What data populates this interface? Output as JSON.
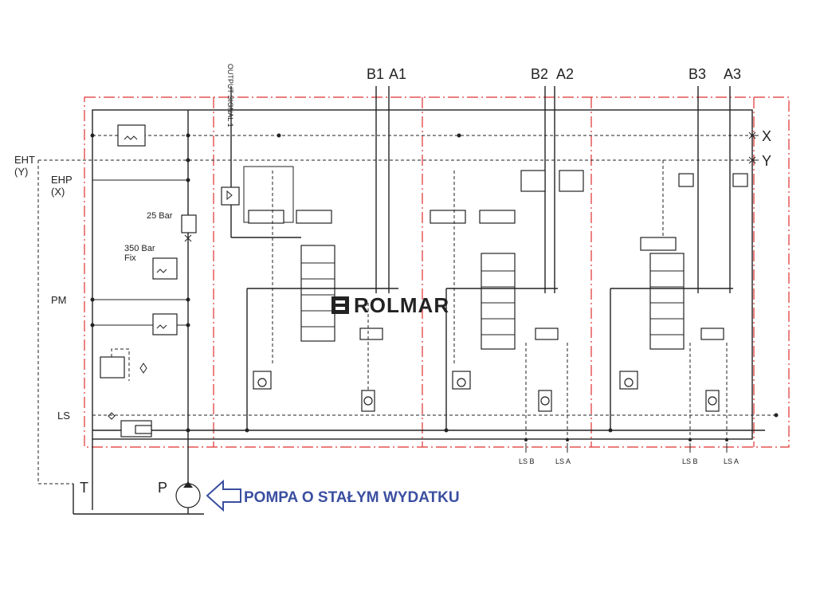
{
  "ports": {
    "b1": "B1",
    "a1": "A1",
    "b2": "B2",
    "a2": "A2",
    "b3": "B3",
    "a3": "A3",
    "x": "X",
    "y": "Y"
  },
  "inlet": {
    "eht": "EHT",
    "eht_sub": "(Y)",
    "ehp": "EHP",
    "ehp_sub": "(X)",
    "pm": "PM",
    "ls": "LS",
    "t": "T",
    "p": "P",
    "relief_25": "25 Bar",
    "relief_350": "350 Bar",
    "relief_350_sub": "Fix",
    "output_signal": "OUTPUT SIGNAL 1"
  },
  "ls_ports": {
    "ls_b_2": "LS B",
    "ls_a_2": "LS A",
    "ls_b_3": "LS B",
    "ls_a_3": "LS A"
  },
  "logo": {
    "text": "ROLMAR"
  },
  "annotation": {
    "text": "POMPA O STAŁYM WYDATKU",
    "color": "#3a4fa0"
  }
}
